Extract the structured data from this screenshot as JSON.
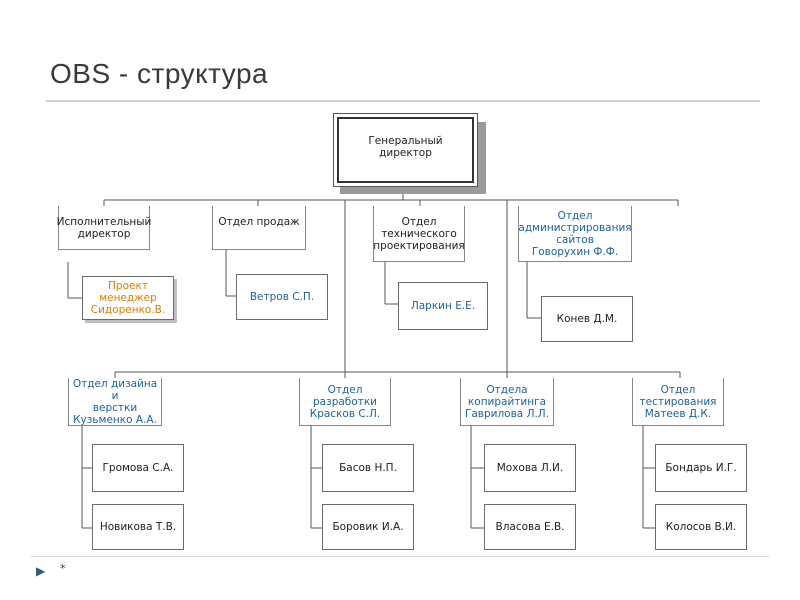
{
  "title": "OBS - структура",
  "footer": {
    "star": "*"
  },
  "boxes": {
    "ceo": "Генеральный директор",
    "exec_dir": "Исполнительный\nдиректор",
    "pm": "Проект\nменеджер\nСидоренко.В.",
    "sales": "Отдел продаж",
    "sales_head": "Ветров С.П.",
    "tech": "Отдел\nтехнического\nпроектирования",
    "tech_head": "Ларкин Е.Е.",
    "admin": "Отдел\nадминистрирования\nсайтов\nГоворухин Ф.Ф.",
    "admin_head": "Конев Д.М.",
    "design": "Отдел дизайна и\nверстки\nКузьменко А.А.",
    "design_e1": "Громова С.А.",
    "design_e2": "Новикова Т.В.",
    "dev": "Отдел\nразработки\nКрасков С.Л.",
    "dev_e1": "Басов Н.П.",
    "dev_e2": "Боровик И.А.",
    "copy": "Отдела\nкопирайтинга\nГаврилова Л.Л.",
    "copy_e1": "Мохова Л.И.",
    "copy_e2": "Власова Е.В.",
    "test": "Отдел\nтестирования\nМатеев Д.К.",
    "test_e1": "Бондарь И.Г.",
    "test_e2": "Колосов В.И."
  }
}
